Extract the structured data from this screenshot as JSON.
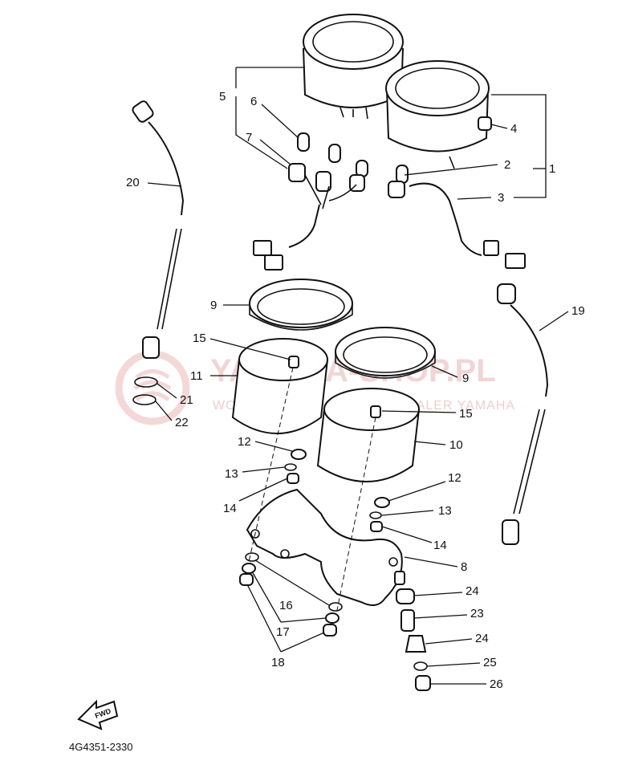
{
  "diagram": {
    "code": "4G4351-2330",
    "fwd_label": "FWD",
    "watermark": {
      "brand": "YAMAHA-SHOP.PL",
      "sub": "WOJCIECHOWSKI ZTOMEKDEALER YAMAHA"
    },
    "callouts": {
      "c1": "1",
      "c2": "2",
      "c3": "3",
      "c4": "4",
      "c5": "5",
      "c6": "6",
      "c7": "7",
      "c8": "8",
      "c9a": "9",
      "c9b": "9",
      "c10": "10",
      "c11": "11",
      "c12a": "12",
      "c12b": "12",
      "c13a": "13",
      "c13b": "13",
      "c14a": "14",
      "c14b": "14",
      "c15a": "15",
      "c15b": "15",
      "c16": "16",
      "c17": "17",
      "c18": "18",
      "c19": "19",
      "c20": "20",
      "c21": "21",
      "c22": "22",
      "c23": "23",
      "c24a": "24",
      "c24b": "24",
      "c25": "25",
      "c26": "26"
    }
  }
}
